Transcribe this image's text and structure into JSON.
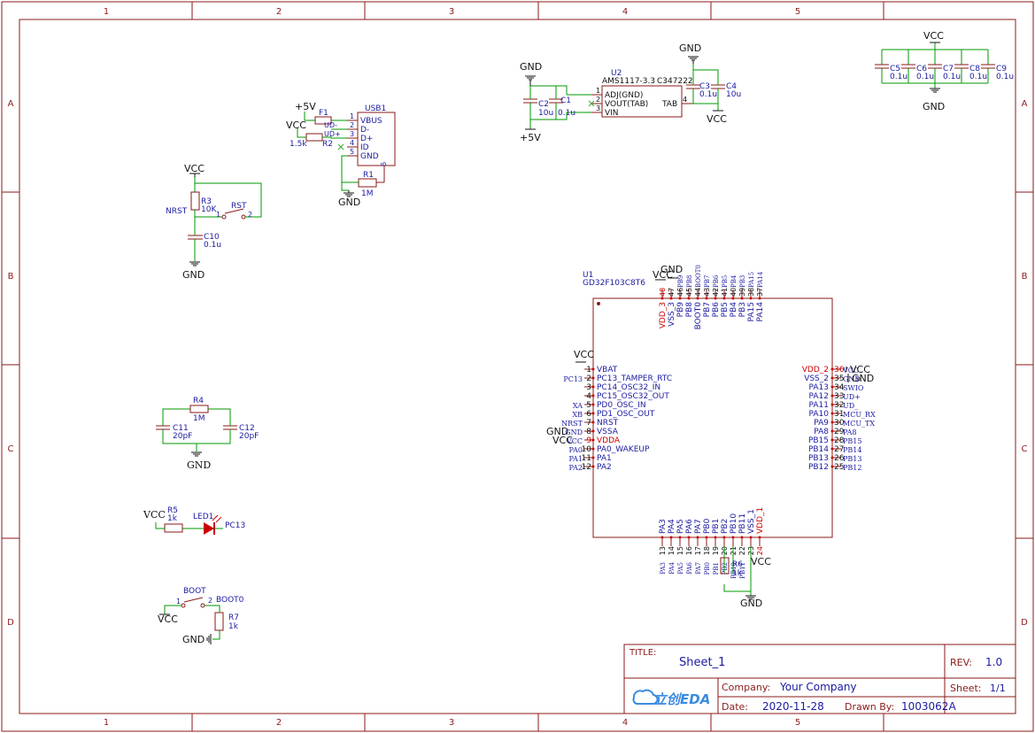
{
  "colors": {
    "frame": "#8b1a1a",
    "wire": "#009900",
    "text": "#1a1aa0",
    "pinnum": "#cc0000",
    "part": "#8b1a1a",
    "noconnect": "#33aa33"
  },
  "frame": {
    "cols": [
      "1",
      "2",
      "3",
      "4",
      "5"
    ],
    "rows": [
      "A",
      "B",
      "C",
      "D"
    ]
  },
  "power": {
    "gnd": "GND",
    "vcc": "VCC",
    "p5v": "+5V"
  },
  "usb": {
    "ref": "USB1",
    "pins": [
      {
        "n": "1",
        "name": "VBUS"
      },
      {
        "n": "2",
        "name": "D-"
      },
      {
        "n": "3",
        "name": "D+"
      },
      {
        "n": "4",
        "name": "ID"
      },
      {
        "n": "5",
        "name": "GND"
      }
    ],
    "shield": "6",
    "net_ud_minus": "UD-",
    "net_ud_plus": "UD+",
    "f1": "F1",
    "r2": "R2",
    "r2_val": "1.5k",
    "r1": "R1",
    "r1_val": "1M",
    "r1_pin": "6"
  },
  "reset": {
    "r3": "R3",
    "r3_val": "10K",
    "net": "NRST",
    "sw": "RST",
    "p1": "1",
    "p2": "2",
    "c10": "C10",
    "c10_val": "0.1u"
  },
  "crystal": {
    "r4": "R4",
    "r4_val": "1M",
    "c11": "C11",
    "c11_val": "20pF",
    "c12": "C12",
    "c12_val": "20pF"
  },
  "led": {
    "r5": "R5",
    "r5_val": "1k",
    "ref": "LED1",
    "net": "PC13"
  },
  "boot": {
    "sw": "BOOT",
    "p1": "1",
    "p2": "2",
    "net": "BOOT0",
    "r7": "R7",
    "r7_val": "1k"
  },
  "ldo": {
    "ref": "U2",
    "part": "AMS1117-3.3",
    "lcsc": "C347222",
    "pins": [
      {
        "n": "1",
        "name": "ADJ(GND)"
      },
      {
        "n": "2",
        "name": "VOUT(TAB)"
      },
      {
        "n": "3",
        "name": "VIN"
      }
    ],
    "tab": "TAB",
    "tab_n": "4",
    "c1": "C1",
    "c1_val": "0.1u",
    "c2": "C2",
    "c2_val": "10u",
    "c3": "C3",
    "c3_val": "0.1u",
    "c4": "C4",
    "c4_val": "10u"
  },
  "decoupling": [
    {
      "ref": "C5",
      "val": "0.1u"
    },
    {
      "ref": "C6",
      "val": "0.1u"
    },
    {
      "ref": "C7",
      "val": "0.1u"
    },
    {
      "ref": "C8",
      "val": "0.1u"
    },
    {
      "ref": "C9",
      "val": "0.1u"
    }
  ],
  "mcu": {
    "ref": "U1",
    "part": "GD32F103C8T6",
    "left": [
      {
        "n": "1",
        "name": "VBAT",
        "red": false,
        "net": ""
      },
      {
        "n": "2",
        "name": "PC13_TAMPER_RTC",
        "red": false,
        "net": "PC13"
      },
      {
        "n": "3",
        "name": "PC14_OSC32_IN",
        "red": false,
        "net": ""
      },
      {
        "n": "4",
        "name": "PC15_OSC32_OUT",
        "red": false,
        "net": ""
      },
      {
        "n": "5",
        "name": "PD0_OSC_IN",
        "red": false,
        "net": "XA"
      },
      {
        "n": "6",
        "name": "PD1_OSC_OUT",
        "red": false,
        "net": "XB"
      },
      {
        "n": "7",
        "name": "NRST",
        "red": false,
        "net": "NRST"
      },
      {
        "n": "8",
        "name": "VSSA",
        "red": false,
        "net": "GND"
      },
      {
        "n": "9",
        "name": "VDDA",
        "red": true,
        "net": "VCC"
      },
      {
        "n": "10",
        "name": "PA0_WAKEUP",
        "red": false,
        "net": "PA0"
      },
      {
        "n": "11",
        "name": "PA1",
        "red": false,
        "net": "PA1"
      },
      {
        "n": "12",
        "name": "PA2",
        "red": false,
        "net": "PA2"
      }
    ],
    "right": [
      {
        "n": "36",
        "name": "VDD_2",
        "red": true,
        "net": "VCC"
      },
      {
        "n": "35",
        "name": "VSS_2",
        "red": false,
        "net": "GND"
      },
      {
        "n": "34",
        "name": "PA13",
        "red": false,
        "net": "SWIO"
      },
      {
        "n": "33",
        "name": "PA12",
        "red": false,
        "net": "UD+"
      },
      {
        "n": "32",
        "name": "PA11",
        "red": false,
        "net": "UD_"
      },
      {
        "n": "31",
        "name": "PA10",
        "red": false,
        "net": "MCU_RX"
      },
      {
        "n": "30",
        "name": "PA9",
        "red": false,
        "net": "MCU_TX"
      },
      {
        "n": "29",
        "name": "PA8",
        "red": false,
        "net": "PA8"
      },
      {
        "n": "28",
        "name": "PB15",
        "red": false,
        "net": "PB15"
      },
      {
        "n": "27",
        "name": "PB14",
        "red": false,
        "net": "PB14"
      },
      {
        "n": "26",
        "name": "PB13",
        "red": false,
        "net": "PB13"
      },
      {
        "n": "25",
        "name": "PB12",
        "red": false,
        "net": "PB12"
      }
    ],
    "top": [
      {
        "n": "48",
        "name": "VDD_3",
        "red": true,
        "net": ""
      },
      {
        "n": "47",
        "name": "VSS_3",
        "red": false,
        "net": ""
      },
      {
        "n": "46",
        "name": "PB9",
        "red": false,
        "net": "PB9"
      },
      {
        "n": "45",
        "name": "PB8",
        "red": false,
        "net": "PB8"
      },
      {
        "n": "44",
        "name": "BOOT0",
        "red": false,
        "net": "BOOT0"
      },
      {
        "n": "43",
        "name": "PB7",
        "red": false,
        "net": "PB7"
      },
      {
        "n": "42",
        "name": "PB6",
        "red": false,
        "net": "PB6"
      },
      {
        "n": "41",
        "name": "PB5",
        "red": false,
        "net": "PB5"
      },
      {
        "n": "40",
        "name": "PB4",
        "red": false,
        "net": "PB4"
      },
      {
        "n": "39",
        "name": "PB3",
        "red": false,
        "net": "PB3"
      },
      {
        "n": "38",
        "name": "PA15",
        "red": false,
        "net": "PA15"
      },
      {
        "n": "37",
        "name": "PA14",
        "red": false,
        "net": "PA14"
      }
    ],
    "bottom": [
      {
        "n": "13",
        "name": "PA3",
        "red": false,
        "net": "PA3"
      },
      {
        "n": "14",
        "name": "PA4",
        "red": false,
        "net": "PA4"
      },
      {
        "n": "15",
        "name": "PA5",
        "red": false,
        "net": "PA5"
      },
      {
        "n": "16",
        "name": "PA6",
        "red": false,
        "net": "PA6"
      },
      {
        "n": "17",
        "name": "PA7",
        "red": false,
        "net": "PA7"
      },
      {
        "n": "18",
        "name": "PB0",
        "red": false,
        "net": "PB0"
      },
      {
        "n": "19",
        "name": "PB1",
        "red": false,
        "net": "PB1"
      },
      {
        "n": "20",
        "name": "PB2",
        "red": false,
        "net": "PB2"
      },
      {
        "n": "21",
        "name": "PB10",
        "red": false,
        "net": "PB10"
      },
      {
        "n": "22",
        "name": "PB11",
        "red": false,
        "net": "PB11"
      },
      {
        "n": "23",
        "name": "VSS_1",
        "red": false,
        "net": ""
      },
      {
        "n": "24",
        "name": "VDD_1",
        "red": true,
        "net": ""
      }
    ],
    "r6": "R6",
    "r6_val": "1k"
  },
  "titleblock": {
    "title_label": "TITLE:",
    "title": "Sheet_1",
    "rev_label": "REV:",
    "rev": "1.0",
    "company_label": "Company:",
    "company": "Your Company",
    "sheet_label": "Sheet:",
    "sheet": "1/1",
    "date_label": "Date:",
    "date": "2020-11-28",
    "drawn_label": "Drawn By:",
    "drawn_by": "1003062A",
    "logo": "立创EDA"
  }
}
